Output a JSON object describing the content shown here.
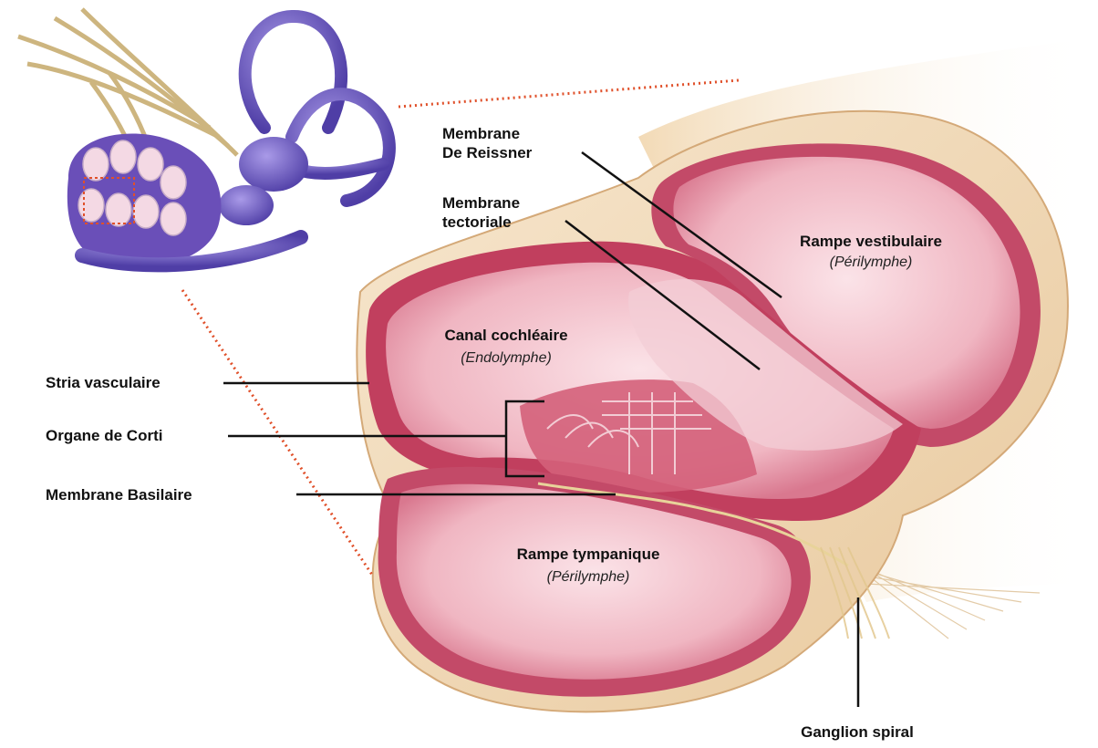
{
  "labels": {
    "reissner": "Membrane\nDe Reissner",
    "tectoriale": "Membrane\ntectoriale",
    "rampe_vestibulaire": "Rampe vestibulaire",
    "rampe_vestibulaire_fluid": "(Périlymphe)",
    "canal_cochleaire": "Canal cochléaire",
    "canal_cochleaire_fluid": "(Endolymphe)",
    "stria": "Stria vasculaire",
    "corti": "Organe de Corti",
    "basilaire": "Membrane Basilaire",
    "rampe_tympanique": "Rampe tympanique",
    "rampe_tympanique_fluid": "(Périlymphe)",
    "ganglion": "Ganglion spiral"
  },
  "colors": {
    "bone": "#f2d9b8",
    "tissue": "#c44a66",
    "chamber": "#f0b8c4",
    "inset_labyrinth": "#7a64c8",
    "nerve": "#d9c28a",
    "guide_dots": "#e0502a"
  }
}
